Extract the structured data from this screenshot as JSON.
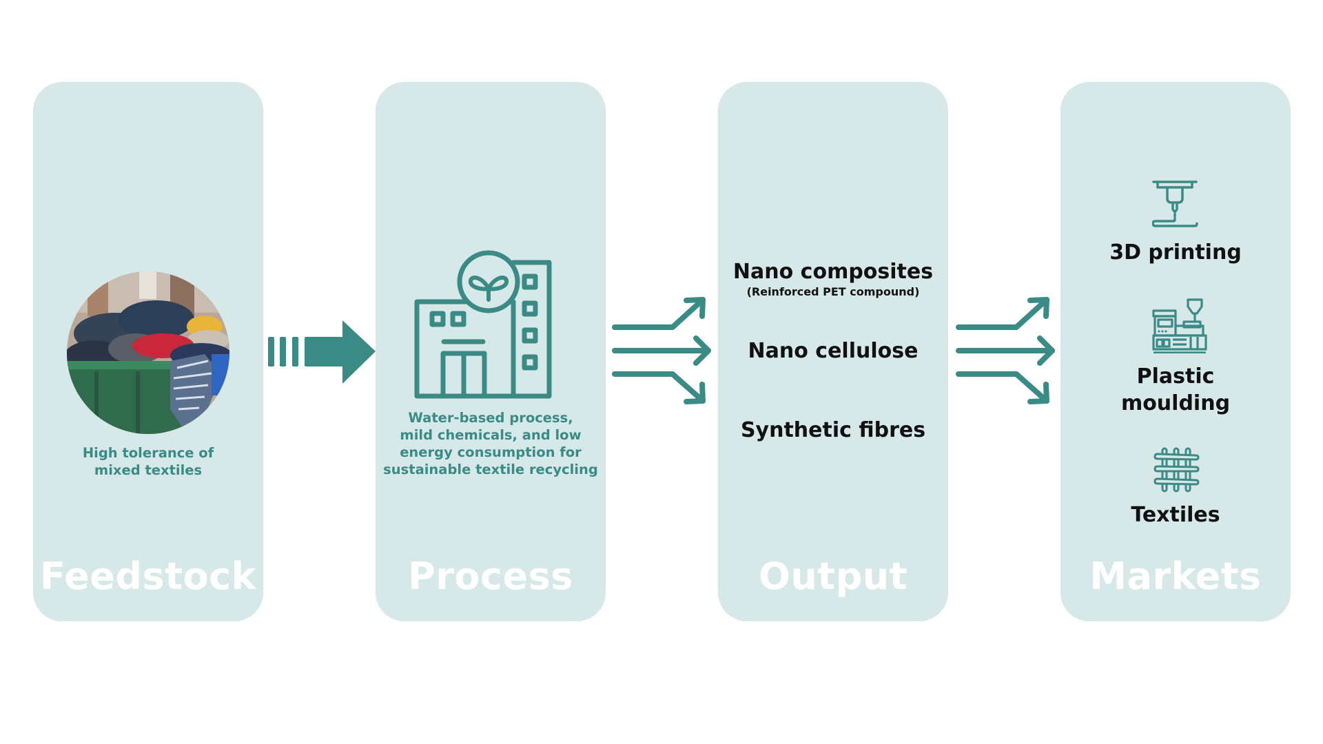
{
  "colors": {
    "accent": "#3a8a86",
    "panel": "#d6e8e8",
    "title_text": "#ffffff",
    "body_text": "#111111"
  },
  "stages": [
    {
      "title": "Feedstock",
      "caption": [
        "High tolerance of",
        "mixed textiles"
      ],
      "image": "pile-of-mixed-clothes-in-green-bin"
    },
    {
      "title": "Process",
      "icon": "eco-building-icon",
      "caption": [
        "Water-based process,",
        "mild chemicals, and low",
        "energy consumption for",
        "sustainable textile recycling"
      ]
    },
    {
      "title": "Output",
      "items": [
        {
          "label": "Nano composites",
          "sub": "(Reinforced PET compound)"
        },
        {
          "label": "Nano cellulose"
        },
        {
          "label": "Synthetic fibres"
        }
      ]
    },
    {
      "title": "Markets",
      "items": [
        {
          "label": [
            "3D printing"
          ],
          "icon": "3d-printer-icon"
        },
        {
          "label": [
            "Plastic",
            "moulding"
          ],
          "icon": "injection-moulding-machine-icon"
        },
        {
          "label": [
            "Textiles"
          ],
          "icon": "woven-fabric-icon"
        }
      ]
    }
  ],
  "connectors": [
    "dashed-arrow-right",
    "branching-arrows",
    "branching-arrows"
  ]
}
